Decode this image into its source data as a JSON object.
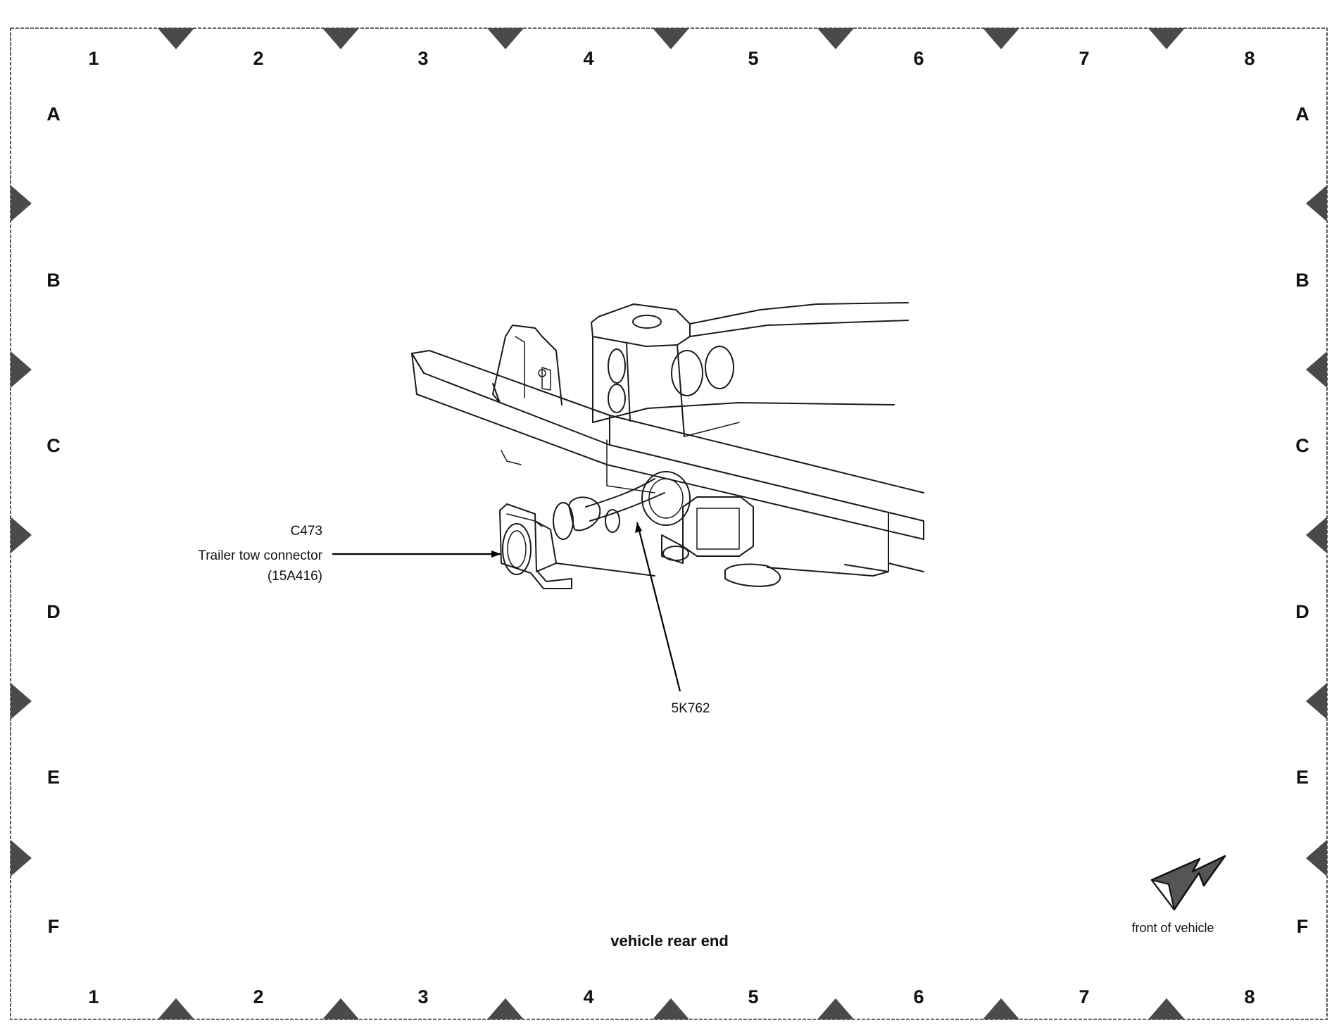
{
  "grid": {
    "columns": [
      "1",
      "2",
      "3",
      "4",
      "5",
      "6",
      "7",
      "8"
    ],
    "rows": [
      "A",
      "B",
      "C",
      "D",
      "E",
      "F"
    ]
  },
  "callouts": {
    "connector_id": "C473",
    "connector_name": "Trailer tow connector",
    "connector_part": "(15A416)",
    "harness_id": "5K762"
  },
  "caption": "vehicle rear end",
  "orientation": {
    "label": "front of vehicle",
    "icon": "orientation-arrow-icon"
  },
  "colors": {
    "line": "#1a1a1a",
    "marker": "#4a4a4a",
    "arrow_fill": "#555555"
  }
}
